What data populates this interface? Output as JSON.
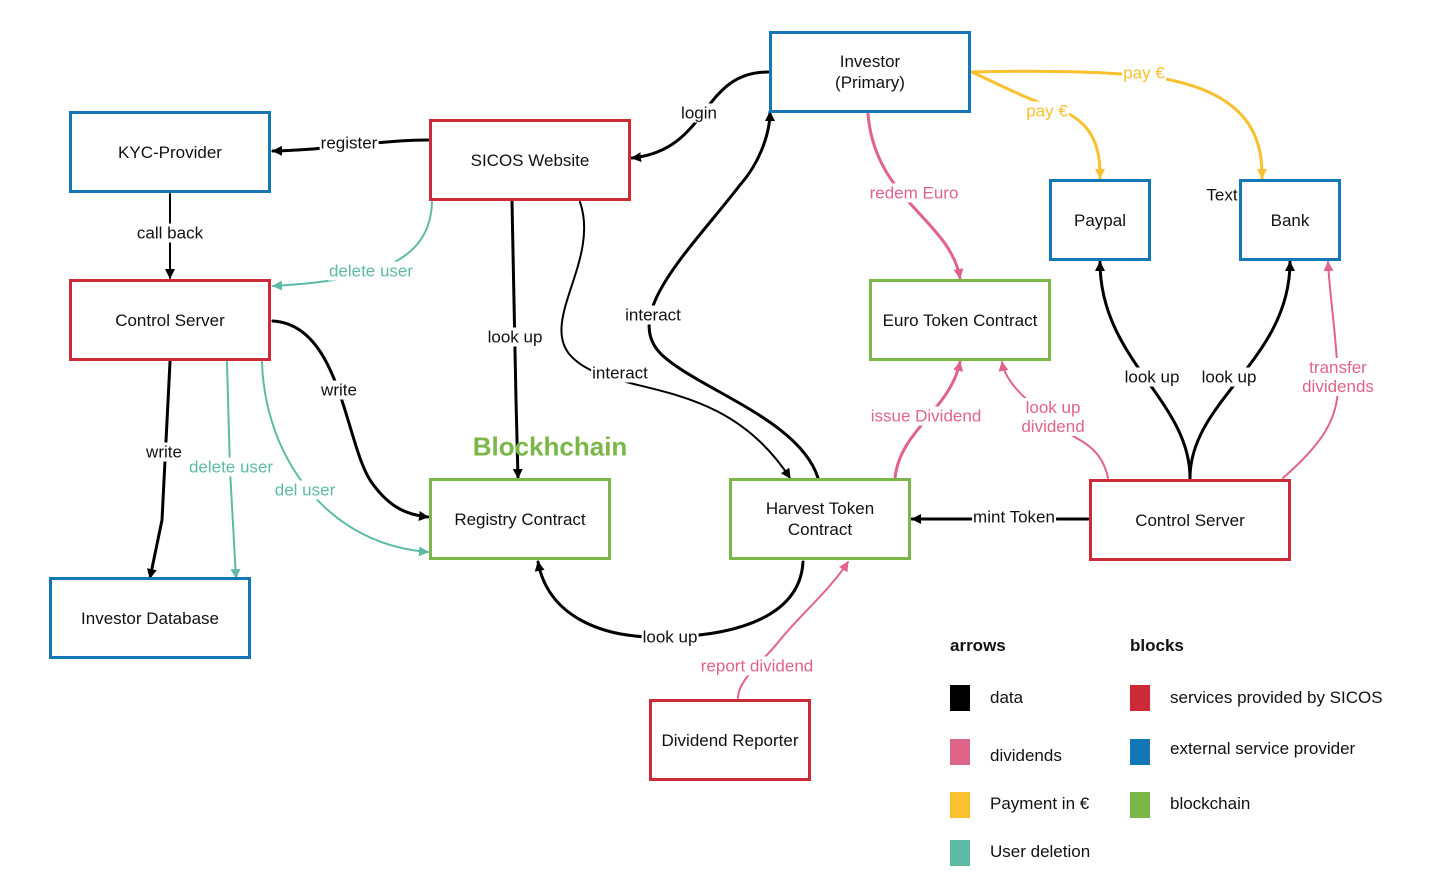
{
  "colors": {
    "sicos": "#cc2a36",
    "external": "#1478b8",
    "blockchain": "#7ab648",
    "data": "#000000",
    "dividends": "#e06488",
    "payment": "#fbc02d",
    "deletion": "#5dbba5"
  },
  "diagram": {
    "title": "Blockhchain",
    "nodes": [
      {
        "id": "investor",
        "label": "Investor\n(Primary)",
        "category": "external"
      },
      {
        "id": "kyc",
        "label": "KYC-Provider",
        "category": "external"
      },
      {
        "id": "sicos-website",
        "label": "SICOS Website",
        "category": "sicos"
      },
      {
        "id": "paypal",
        "label": "Paypal",
        "category": "external"
      },
      {
        "id": "bank",
        "label": "Bank",
        "category": "external"
      },
      {
        "id": "control-left",
        "label": "Control Server",
        "category": "sicos"
      },
      {
        "id": "euro-token",
        "label": "Euro Token Contract",
        "category": "blockchain"
      },
      {
        "id": "registry",
        "label": "Registry Contract",
        "category": "blockchain"
      },
      {
        "id": "harvest",
        "label": "Harvest Token\nContract",
        "category": "blockchain"
      },
      {
        "id": "control-right",
        "label": "Control Server",
        "category": "sicos"
      },
      {
        "id": "investor-db",
        "label": "Investor Database",
        "category": "external"
      },
      {
        "id": "dividend-reporter",
        "label": "Dividend Reporter",
        "category": "sicos"
      }
    ],
    "edges": [
      {
        "id": "e-login",
        "from": "investor",
        "to": "sicos-website",
        "label": "login",
        "type": "data"
      },
      {
        "id": "e-register",
        "from": "sicos-website",
        "to": "kyc",
        "label": "register",
        "type": "data"
      },
      {
        "id": "e-callback",
        "from": "kyc",
        "to": "control-left",
        "label": "call back",
        "type": "data"
      },
      {
        "id": "e-delete-user-web",
        "from": "sicos-website",
        "to": "control-left",
        "label": "delete user",
        "type": "deletion"
      },
      {
        "id": "e-write-registry",
        "from": "control-left",
        "to": "registry",
        "label": "write",
        "type": "data"
      },
      {
        "id": "e-write-db",
        "from": "control-left",
        "to": "investor-db",
        "label": "write",
        "type": "data"
      },
      {
        "id": "e-delete-user-db",
        "from": "control-left",
        "to": "investor-db",
        "label": "delete user",
        "type": "deletion"
      },
      {
        "id": "e-del-user-registry",
        "from": "control-left",
        "to": "registry",
        "label": "del user",
        "type": "deletion"
      },
      {
        "id": "e-lookup-web",
        "from": "sicos-website",
        "to": "registry",
        "label": "look up",
        "type": "data"
      },
      {
        "id": "e-interact-web",
        "from": "sicos-website",
        "to": "harvest",
        "label": "interact",
        "type": "data"
      },
      {
        "id": "e-interact-investor",
        "from": "harvest",
        "to": "investor",
        "label": "interact",
        "type": "data",
        "bidirectional": true
      },
      {
        "id": "e-redeem",
        "from": "investor",
        "to": "euro-token",
        "label": "redem Euro",
        "type": "dividends"
      },
      {
        "id": "e-pay-paypal",
        "from": "investor",
        "to": "paypal",
        "label": "pay €",
        "type": "payment"
      },
      {
        "id": "e-pay-bank",
        "from": "investor",
        "to": "bank",
        "label": "pay €",
        "type": "payment"
      },
      {
        "id": "e-issue-dividend",
        "from": "harvest",
        "to": "euro-token",
        "label": "issue Dividend",
        "type": "dividends"
      },
      {
        "id": "e-lookup-dividend",
        "from": "control-right",
        "to": "euro-token",
        "label": "look up\ndividend",
        "type": "dividends"
      },
      {
        "id": "e-lookup-paypal",
        "from": "control-right",
        "to": "paypal",
        "label": "look up",
        "type": "data"
      },
      {
        "id": "e-lookup-bank",
        "from": "control-right",
        "to": "bank",
        "label": "look up",
        "type": "data"
      },
      {
        "id": "e-transfer-dividends",
        "from": "control-right",
        "to": "bank",
        "label": "transfer\ndividends",
        "type": "dividends"
      },
      {
        "id": "e-mint",
        "from": "control-right",
        "to": "harvest",
        "label": "mint Token",
        "type": "data"
      },
      {
        "id": "e-lookup-harvest-registry",
        "from": "harvest",
        "to": "registry",
        "label": "look up",
        "type": "data"
      },
      {
        "id": "e-report-dividend",
        "from": "dividend-reporter",
        "to": "harvest",
        "label": "report dividend",
        "type": "dividends"
      }
    ],
    "stray_text": "Text"
  },
  "legend": {
    "arrows_title": "arrows",
    "blocks_title": "blocks",
    "arrows": [
      {
        "key": "data",
        "label": "data"
      },
      {
        "key": "dividends",
        "label": "dividends"
      },
      {
        "key": "payment",
        "label": "Payment in €"
      },
      {
        "key": "deletion",
        "label": "User deletion"
      }
    ],
    "blocks": [
      {
        "key": "sicos",
        "label": "services provided by SICOS"
      },
      {
        "key": "external",
        "label": "external service provider"
      },
      {
        "key": "blockchain",
        "label": "blockchain"
      }
    ]
  }
}
